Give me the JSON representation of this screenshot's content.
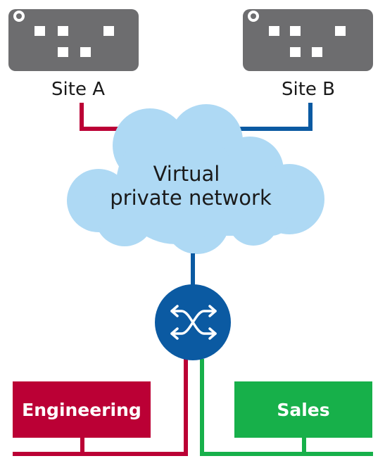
{
  "sites": [
    {
      "label": "Site A"
    },
    {
      "label": "Site B"
    }
  ],
  "cloud": {
    "line1": "Virtual",
    "line2": "private network"
  },
  "departments": [
    {
      "label": "Engineering"
    },
    {
      "label": "Sales"
    }
  ],
  "colors": {
    "site_box": "#6d6d6f",
    "site_windows": "#ffffff",
    "cloud_fill": "#aed9f4",
    "blue_link": "#0b5aa2",
    "switch_fill": "#0b5aa2",
    "engineering": "#bb0035",
    "sales": "#17b04a"
  },
  "icons": {
    "switch": "switch-cross-arrows-icon",
    "site": "building-icon"
  }
}
